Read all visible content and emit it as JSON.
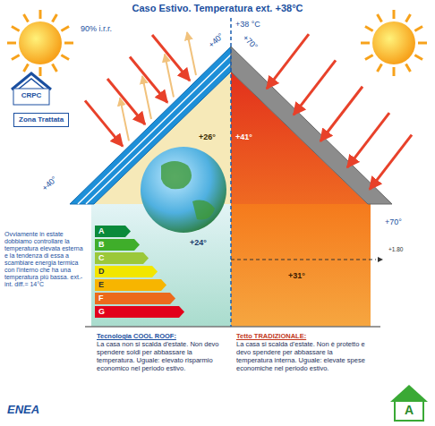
{
  "diagram": {
    "title": "Caso Estivo. Temperatura ext. +38°C",
    "nodes": [
      {
        "text": [
          "Zona Trattata"
        ]
      },
      {
        "text": [
          "A"
        ]
      },
      {
        "text": [
          "B"
        ]
      },
      {
        "text": [
          "C"
        ]
      },
      {
        "text": [
          "D"
        ]
      },
      {
        "text": [
          "E"
        ]
      },
      {
        "text": [
          "F"
        ]
      },
      {
        "text": [
          "G"
        ]
      },
      {
        "text": [
          "Tecnologia COOL ROOF:",
          "La casa non si scalda d'estate. Non devo spendere soldi per abbassare la temperatura. Uguale: elevato risparmio economico nel periodo estivo."
        ]
      },
      {
        "text": [
          "Tetto TRADIZIONALE:",
          "La casa si scalda d'estate. Non è protetto e devo spendere per abbassare la temperatura interna. Uguale: elevate spese economiche nel periodo estivo."
        ]
      }
    ],
    "labels": [
      "90% i.r.r.",
      "CRPC",
      "+38 °C",
      "+40°",
      "+70°",
      "+26°",
      "+41°",
      "+40°",
      "+70°",
      "+24°",
      "+31°",
      "+1.80",
      "Ovviamente in estate dobbiamo controllare la temperatura elevata esterna e la tendenza di essa a scambiare energia termica con l'interno che ha una temperatura più bassa. ext.-int. diff.= 14°C",
      "ENEA",
      "A"
    ]
  }
}
